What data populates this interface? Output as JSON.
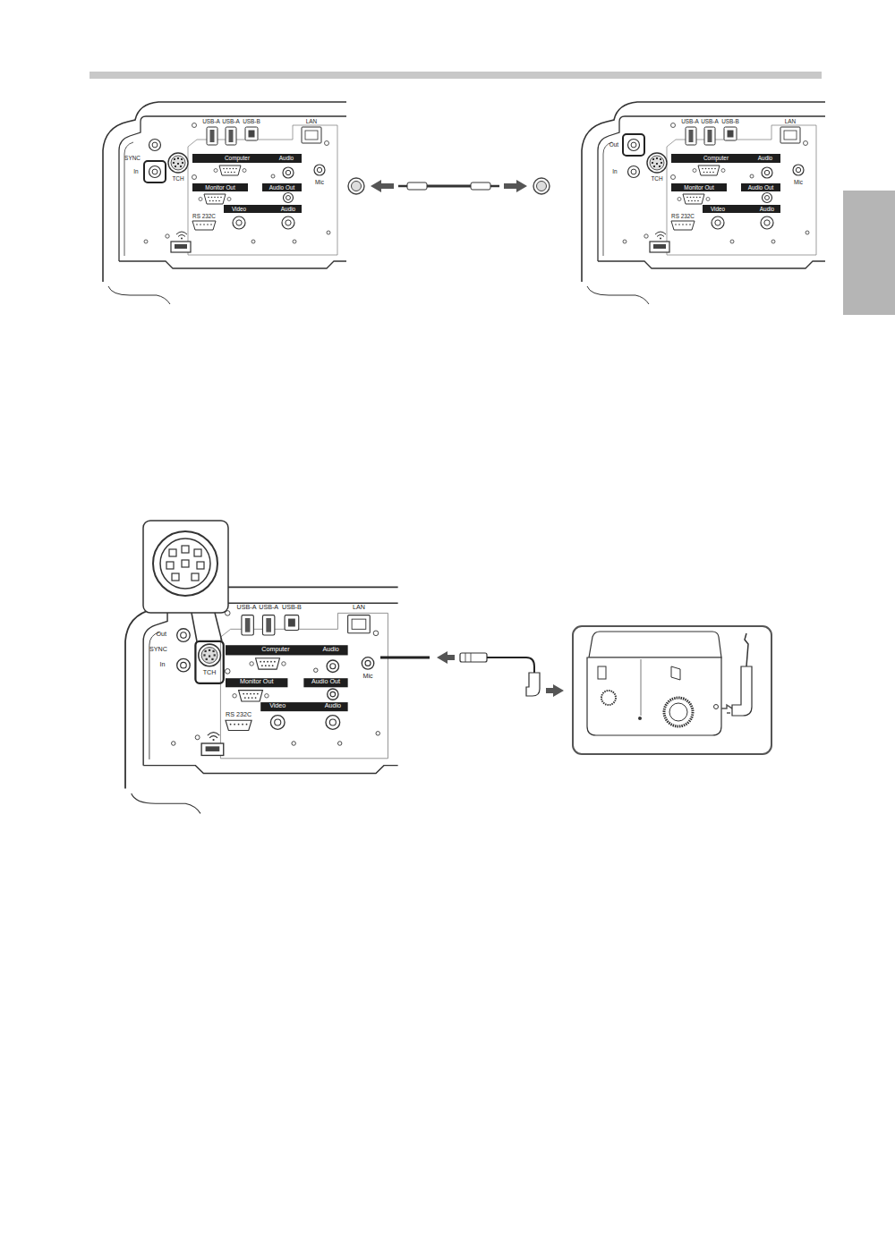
{
  "diagram": {
    "labels": [
      "USB-A",
      "USB-A",
      "USB-B",
      "LAN",
      "Computer",
      "Audio",
      "Mic",
      "Monitor Out",
      "Audio Out",
      "RS 232C",
      "Video",
      "Audio",
      "TCH",
      "SYNC",
      "In",
      "USB-A",
      "USB-A",
      "USB-B",
      "LAN",
      "Computer",
      "Audio",
      "Mic",
      "Monitor Out",
      "Audio Out",
      "RS 232C",
      "Video",
      "Audio",
      "TCH",
      "Out",
      "In",
      "USB-A",
      "USB-A",
      "USB-B",
      "LAN",
      "Computer",
      "Audio",
      "Mic",
      "Monitor Out",
      "Audio Out",
      "RS 232C",
      "Video",
      "Audio",
      "TCH",
      "Out",
      "SYNC",
      "In"
    ]
  }
}
